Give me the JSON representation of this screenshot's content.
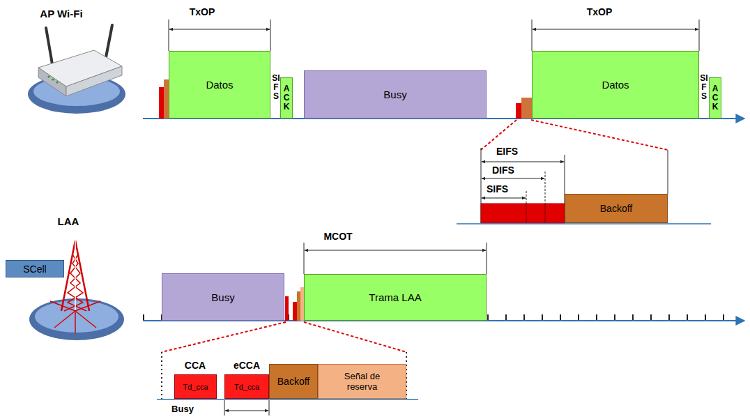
{
  "diagram": {
    "nodes": [
      {
        "text": [
          "Datos"
        ]
      },
      {
        "text": [
          "ACK"
        ]
      },
      {
        "text": [
          "Busy"
        ]
      },
      {
        "text": [
          "Datos"
        ]
      },
      {
        "text": [
          "ACK"
        ]
      },
      {
        "text": [
          "Backoff"
        ]
      },
      {
        "text": [
          "SCell"
        ]
      },
      {
        "text": [
          "Busy"
        ]
      },
      {
        "text": [
          "Trama LAA"
        ]
      },
      {
        "text": [
          "Td_cca"
        ]
      },
      {
        "text": [
          "Td_cca"
        ]
      },
      {
        "text": [
          "Backoff"
        ]
      },
      {
        "text": [
          "Señal de reserva"
        ]
      }
    ],
    "labels": [
      "AP Wi-Fi",
      "TxOP",
      "SIFS",
      "TxOP",
      "SIFS",
      "EIFS",
      "DIFS",
      "SIFS",
      "LAA",
      "MCOT",
      "CCA",
      "eCCA",
      "Busy"
    ]
  }
}
